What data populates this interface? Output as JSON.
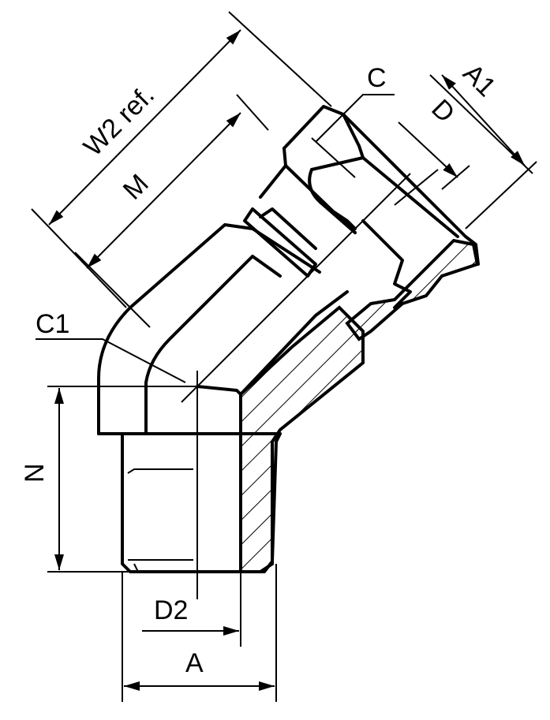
{
  "drawing": {
    "title": "45° elbow fitting dimension drawing",
    "labels": {
      "w2": "W2 ref.",
      "m": "M",
      "c": "C",
      "a1": "A1",
      "d": "D",
      "c1": "C1",
      "n": "N",
      "d2": "D2",
      "a": "A"
    },
    "colors": {
      "line": "#000000",
      "background": "#ffffff"
    }
  }
}
